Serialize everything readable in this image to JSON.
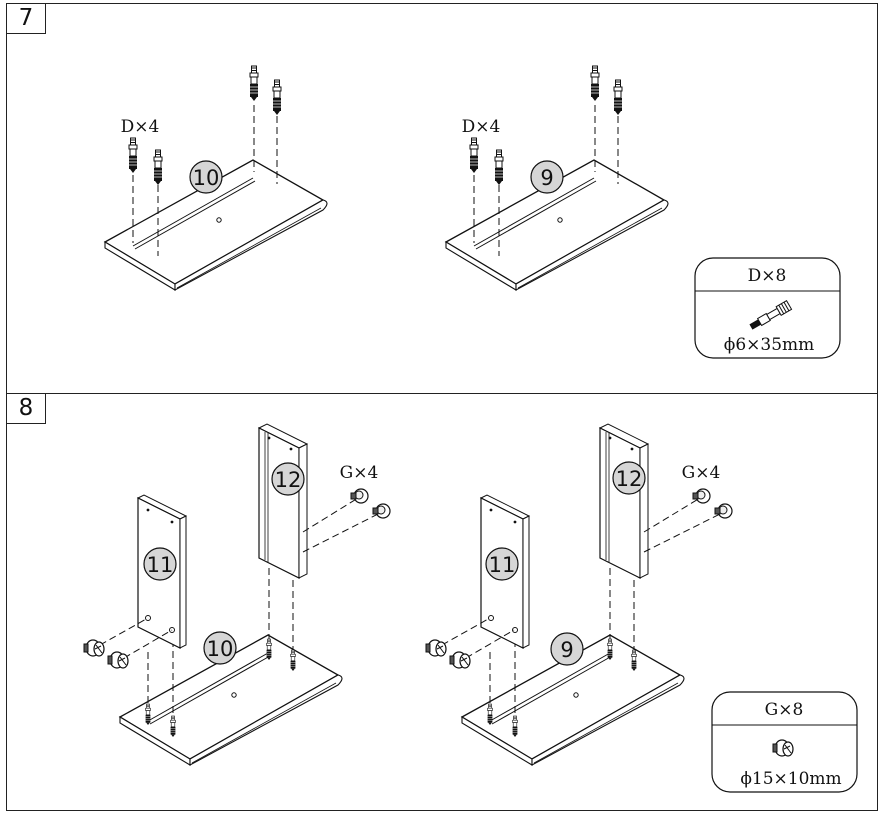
{
  "steps": [
    {
      "number": "7",
      "assemblies": [
        {
          "part_label": "10",
          "hardware_label": "D×4"
        },
        {
          "part_label": "9",
          "hardware_label": "D×4"
        }
      ],
      "hardware_box": {
        "title": "D×8",
        "size": "ϕ6×35mm",
        "icon": "cam-dowel-icon"
      }
    },
    {
      "number": "8",
      "assemblies": [
        {
          "part_label": "10",
          "side_panel_a": "11",
          "side_panel_b": "12",
          "hardware_label": "G×4"
        },
        {
          "part_label": "9",
          "side_panel_a": "11",
          "side_panel_b": "12",
          "hardware_label": "G×4"
        }
      ],
      "hardware_box": {
        "title": "G×8",
        "size": "ϕ15×10mm",
        "icon": "cam-lock-icon"
      }
    }
  ]
}
